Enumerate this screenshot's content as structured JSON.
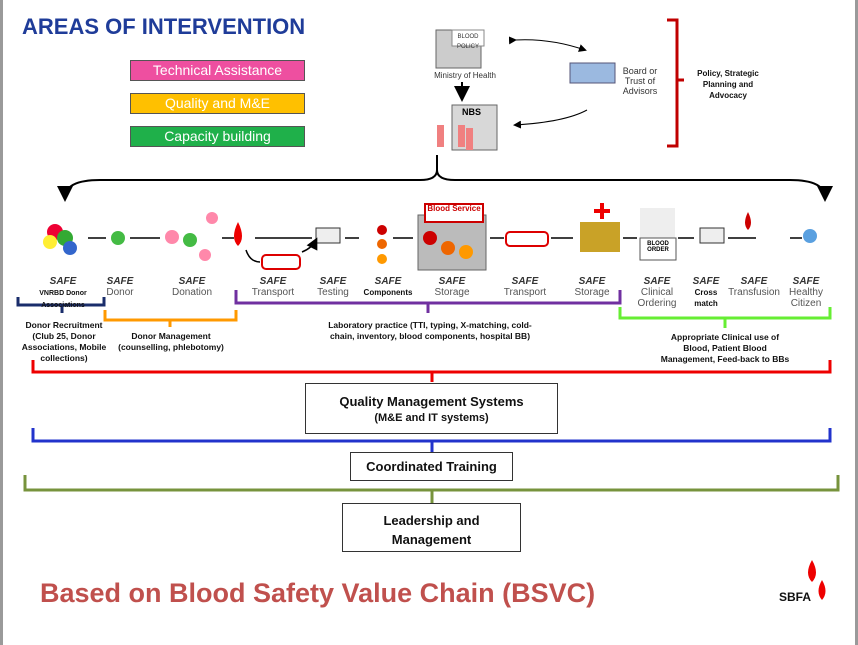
{
  "title": "AREAS OF INTERVENTION",
  "legend": [
    {
      "label": "Technical Assistance",
      "color": "#ee4fa0"
    },
    {
      "label": "Quality and M&E",
      "color": "#ffc000"
    },
    {
      "label": "Capacity building",
      "color": "#1fb04a"
    }
  ],
  "governance": {
    "blood_policy": "BLOOD POLICY",
    "ministry": "Ministry of Health",
    "nbs": "NBS",
    "board": "Board or Trust of Advisors",
    "policy_note": "Policy, Strategic Planning and Advocacy"
  },
  "blood_service_label": "Blood Service",
  "blood_order_label": "BLOOD ORDER",
  "stages": [
    {
      "safe": "SAFE",
      "label": "VNRBD Donor Associations"
    },
    {
      "safe": "SAFE",
      "label": "Donor"
    },
    {
      "safe": "SAFE",
      "label": "Donation"
    },
    {
      "safe": "SAFE",
      "label": "Transport"
    },
    {
      "safe": "SAFE",
      "label": "Testing"
    },
    {
      "safe": "SAFE",
      "label": "Components"
    },
    {
      "safe": "SAFE",
      "label": "Storage"
    },
    {
      "safe": "SAFE",
      "label": "Transport"
    },
    {
      "safe": "SAFE",
      "label": "Storage"
    },
    {
      "safe": "SAFE",
      "label": "Clinical Ordering"
    },
    {
      "safe": "SAFE",
      "label": "Cross match"
    },
    {
      "safe": "SAFE",
      "label": "Transfusion"
    },
    {
      "safe": "SAFE",
      "label": "Healthy Citizen"
    }
  ],
  "notes": {
    "donor_recruitment": "Donor Recruitment (Club 25, Donor Associations, Mobile collections)",
    "donor_management": "Donor Management (counselling, phlebotomy)",
    "lab_practice": "Laboratory practice  (TTI, typing, X-matching, cold-chain, inventory, blood components, hospital BB)",
    "clinical_use": "Appropriate Clinical use of Blood, Patient Blood Management, Feed-back to BBs"
  },
  "boxes": {
    "qms_title": "Quality Management Systems",
    "qms_sub": "(M&E and IT systems)",
    "training": "Coordinated Training",
    "leadership": "Leadership and Management"
  },
  "footer": "Based on Blood Safety Value Chain (BSVC)",
  "logo": "SBFA"
}
